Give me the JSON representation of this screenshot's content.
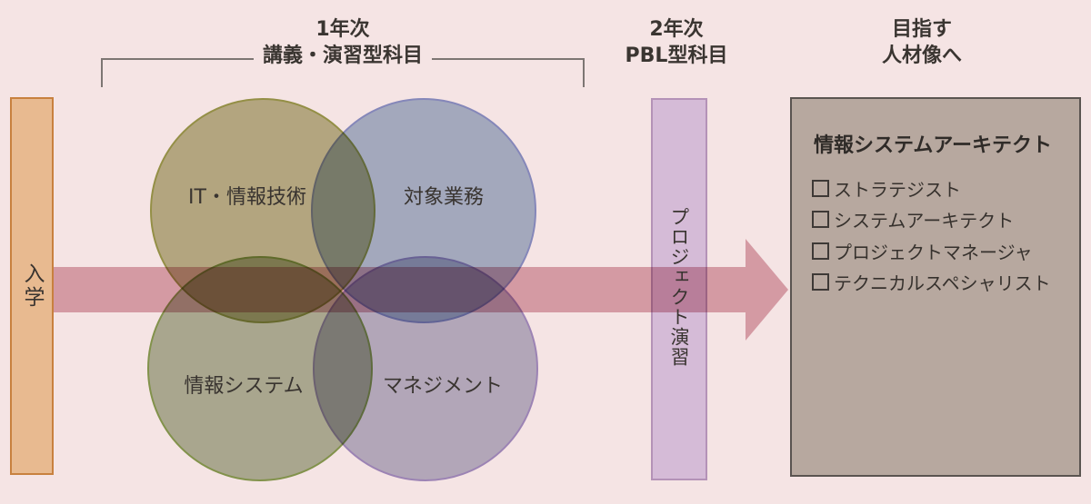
{
  "palette": {
    "background": "#f5e4e4",
    "entry_bar_fill": "#e8ba90",
    "entry_bar_border": "#c8813f",
    "pbl_bar_fill": "#d5bbd7",
    "pbl_bar_border": "#b492b7",
    "arrow": "#ddacb7",
    "target_box_fill": "#b7a89f",
    "target_box_border": "#5a5450",
    "bracket_line": "#7d7673",
    "text": "#3a3531"
  },
  "headings": {
    "year1": {
      "line1": "1年次",
      "line2": "講義・演習型科目"
    },
    "year2": {
      "line1": "2年次",
      "line2": "PBL型科目"
    },
    "goal": {
      "line1": "目指す",
      "line2": "人材像へ"
    }
  },
  "entry_bar": {
    "label": "入学"
  },
  "circles": [
    {
      "id": "it-skills",
      "label": "IT・情報技術",
      "fill": "#bab98e",
      "stroke": "#9aa04e"
    },
    {
      "id": "target-business",
      "label": "対象業務",
      "fill": "#aabcd3",
      "stroke": "#8a97cf"
    },
    {
      "id": "information-system",
      "label": "情報システム",
      "fill": "#b0ba9f",
      "stroke": "#87a354"
    },
    {
      "id": "management",
      "label": "マネジメント",
      "fill": "#b9bace",
      "stroke": "#a293c9"
    }
  ],
  "pbl_bar": {
    "label": "プロジェクト演習"
  },
  "target_box": {
    "title": "情報システムアーキテクト",
    "items": [
      "ストラテジスト",
      "システムアーキテクト",
      "プロジェクトマネージャ",
      "テクニカルスペシャリスト"
    ]
  }
}
